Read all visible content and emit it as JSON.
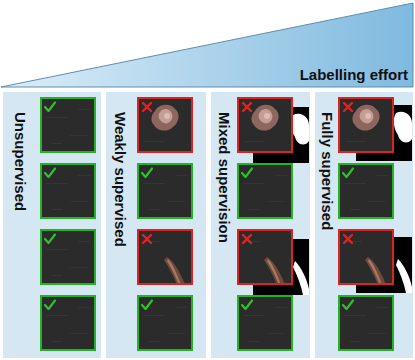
{
  "diagram": {
    "nodes": [
      {
        "text": [
          "Labelling effort"
        ]
      },
      {
        "text": [
          "Unsupervised"
        ]
      },
      {
        "text": [
          "Weakly supervised"
        ]
      },
      {
        "text": [
          "Mixed supervision"
        ]
      },
      {
        "text": [
          "Fully supervised"
        ]
      }
    ]
  }
}
